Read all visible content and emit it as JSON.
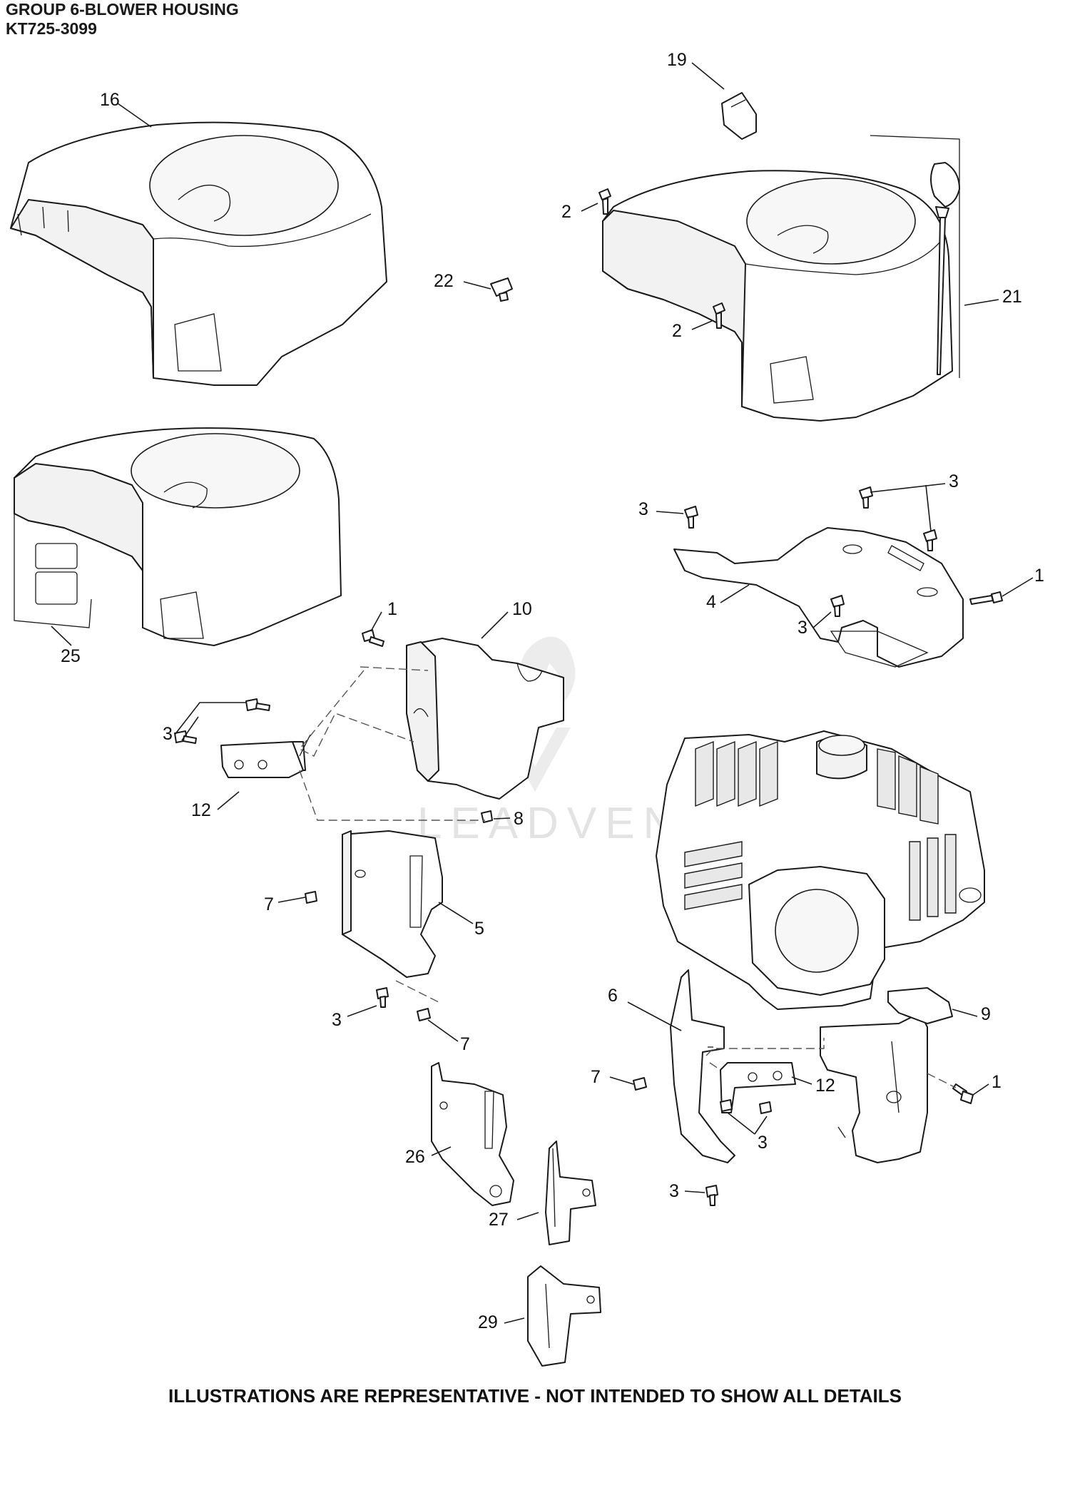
{
  "header": {
    "group_title": "GROUP 6-BLOWER HOUSING",
    "model": "KT725-3099"
  },
  "watermark": "LEADVENTURE",
  "footer": "ILLUSTRATIONS ARE REPRESENTATIVE - NOT INTENDED TO SHOW ALL DETAILS",
  "callouts": {
    "c16": "16",
    "c19": "19",
    "c2a": "2",
    "c2b": "2",
    "c22": "22",
    "c21": "21",
    "c25": "25",
    "c3a": "3",
    "c3b": "3",
    "c4": "4",
    "c1a": "1",
    "c3c": "3",
    "c1b": "1",
    "c10": "10",
    "c3d": "3",
    "c12a": "12",
    "c8": "8",
    "c7a": "7",
    "c5": "5",
    "c3e": "3",
    "c7b": "7",
    "c6": "6",
    "c9": "9",
    "c7c": "7",
    "c12b": "12",
    "c1c": "1",
    "c3f": "3",
    "c26": "26",
    "c3g": "3",
    "c27": "27",
    "c29": "29"
  }
}
